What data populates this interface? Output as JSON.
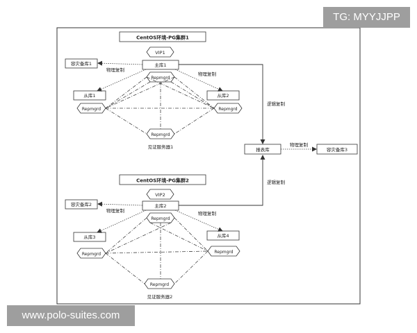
{
  "watermarks": {
    "top_right": "TG: MYYJJPP",
    "bottom_left": "www.polo-suites.com"
  },
  "cluster1": {
    "title": "CentOS环境-PG集群1",
    "vip": "VIP1",
    "primary": "主库1",
    "primary_repmgr": "Repmgrd",
    "dr_standby": "容灾备库1",
    "standby_a": "从库1",
    "standby_a_repmgr": "Repmgrd",
    "standby_b": "从库2",
    "standby_b_repmgr": "Repmgrd",
    "witness_repmgr": "Repmgrd",
    "witness": "见证服务器1",
    "edge_dr": "物理复制",
    "edge_standby": "物理复制",
    "edge_logical": "逻辑复制"
  },
  "cluster2": {
    "title": "CentOS环境-PG集群2",
    "vip": "VIP2",
    "primary": "主库2",
    "primary_repmgr": "Repmgrd",
    "dr_standby": "容灾备库2",
    "standby_a": "从库3",
    "standby_a_repmgr": "Repmgrd",
    "standby_b": "从库4",
    "standby_b_repmgr": "Repmgrd",
    "witness_repmgr": "Repmgrd",
    "witness": "见证服务器2",
    "edge_dr": "物理复制",
    "edge_standby": "物理复制",
    "edge_logical": "逻辑复制"
  },
  "report": {
    "node": "报表库",
    "edge_dr": "物理复制",
    "dr_node": "容灾备库3"
  }
}
